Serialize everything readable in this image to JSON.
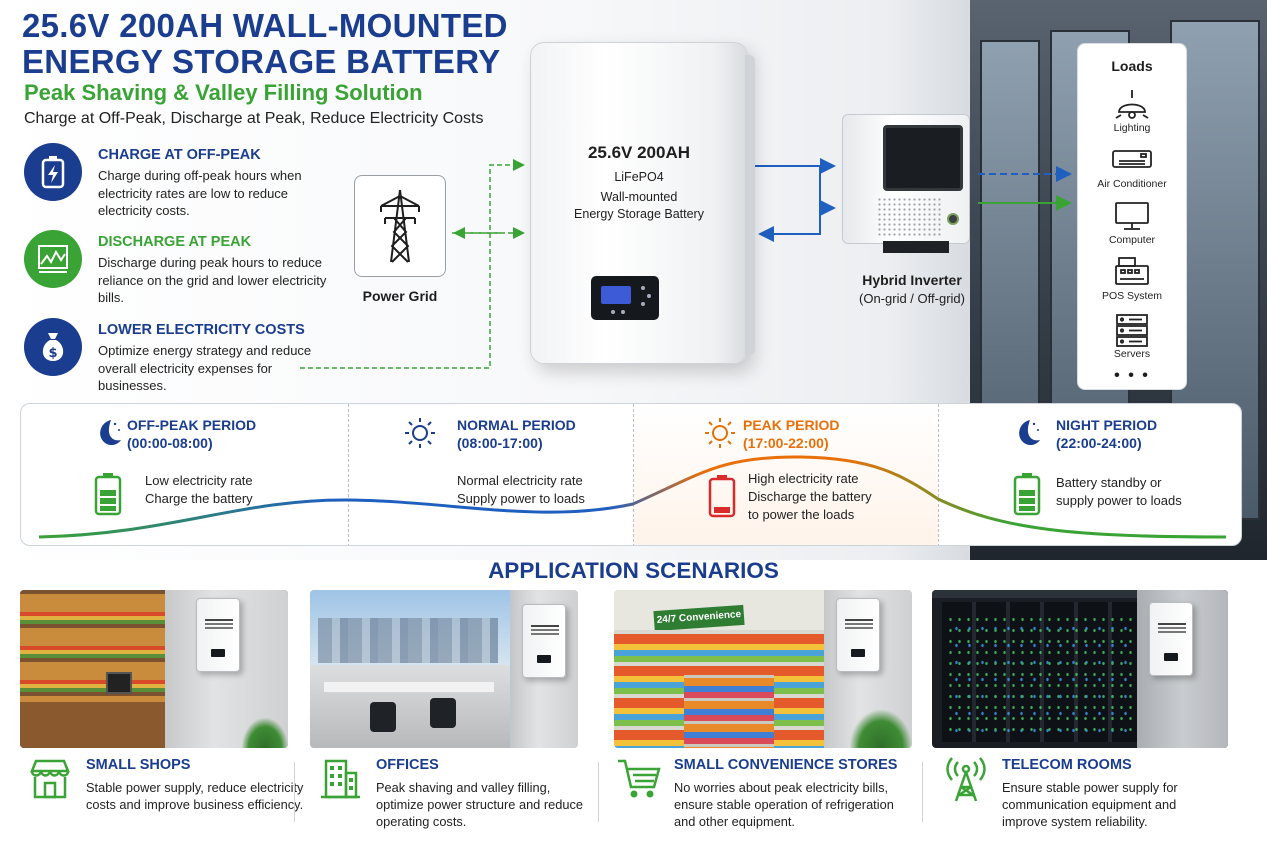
{
  "header": {
    "title_line1": "25.6V 200AH WALL-MOUNTED",
    "title_line2": "ENERGY STORAGE BATTERY",
    "subtitle": "Peak Shaving & Valley Filling Solution",
    "tagline": "Charge at Off-Peak, Discharge at Peak, Reduce Electricity Costs"
  },
  "features": [
    {
      "title": "CHARGE AT OFF-PEAK",
      "desc": "Charge during off-peak hours when electricity rates are low to reduce electricity costs.",
      "icon": "battery-charge-icon",
      "color": "#1a3d8f"
    },
    {
      "title": "DISCHARGE AT PEAK",
      "desc": "Discharge during peak hours to reduce reliance on the grid and lower electricity bills.",
      "icon": "chart-pulse-icon",
      "color": "#3aa335"
    },
    {
      "title": "LOWER ELECTRICITY COSTS",
      "desc": "Optimize energy strategy and reduce overall electricity expenses for businesses.",
      "icon": "money-bag-icon",
      "color": "#1a3d8f"
    }
  ],
  "power_grid": {
    "label": "Power Grid",
    "icon": "transmission-tower-icon"
  },
  "battery": {
    "line1": "25.6V 200AH",
    "line2": "LiFePO4",
    "line3": "Wall-mounted",
    "line4": "Energy Storage Battery"
  },
  "inverter": {
    "label": "Hybrid Inverter",
    "sub": "(On-grid / Off-grid)"
  },
  "loads": {
    "title": "Loads",
    "items": [
      {
        "label": "Lighting",
        "icon": "ceiling-lamp-icon"
      },
      {
        "label": "Air Conditioner",
        "icon": "air-conditioner-icon"
      },
      {
        "label": "Computer",
        "icon": "monitor-icon"
      },
      {
        "label": "POS System",
        "icon": "cash-register-icon"
      },
      {
        "label": "Servers",
        "icon": "server-rack-icon"
      }
    ],
    "more": "• • •"
  },
  "periods": [
    {
      "name": "OFF-PEAK PERIOD",
      "time": "(00:00-08:00)",
      "desc1": "Low electricity rate",
      "desc2": "Charge the battery",
      "desc3": "",
      "icon": "moon-icon",
      "battery_level": 0.75,
      "color": "#1a3d8f"
    },
    {
      "name": "NORMAL PERIOD",
      "time": "(08:00-17:00)",
      "desc1": "Normal electricity rate",
      "desc2": "Supply power to loads",
      "desc3": "",
      "icon": "sun-icon",
      "battery_level": 0,
      "color": "#1a3d8f"
    },
    {
      "name": "PEAK PERIOD",
      "time": "(17:00-22:00)",
      "desc1": "High electricity rate",
      "desc2": "Discharge the battery",
      "desc3": "to power the loads",
      "icon": "sun-hot-icon",
      "battery_level": 0.25,
      "color": "#e8700a"
    },
    {
      "name": "NIGHT PERIOD",
      "time": "(22:00-24:00)",
      "desc1": "Battery standby or",
      "desc2": "supply power to loads",
      "desc3": "",
      "icon": "moon-icon",
      "battery_level": 0.75,
      "color": "#1a3d8f"
    }
  ],
  "applications": {
    "title": "APPLICATION SCENARIOS",
    "store_sign": "24/7 Convenience",
    "items": [
      {
        "title": "SMALL SHOPS",
        "desc": "Stable power supply, reduce electricity costs and improve business efficiency.",
        "icon": "storefront-icon"
      },
      {
        "title": "OFFICES",
        "desc": "Peak shaving and valley filling, optimize power structure and reduce operating costs.",
        "icon": "office-building-icon"
      },
      {
        "title": "SMALL CONVENIENCE STORES",
        "desc": "No worries about peak electricity bills, ensure stable operation of refrigeration and other equipment.",
        "icon": "shopping-cart-icon"
      },
      {
        "title": "TELECOM ROOMS",
        "desc": "Ensure stable power supply for communication equipment and improve system reliability.",
        "icon": "radio-tower-icon"
      }
    ]
  },
  "colors": {
    "navy": "#1a3d8f",
    "green": "#3aa335",
    "orange": "#e8700a",
    "blue_flow": "#1f5fbf"
  }
}
